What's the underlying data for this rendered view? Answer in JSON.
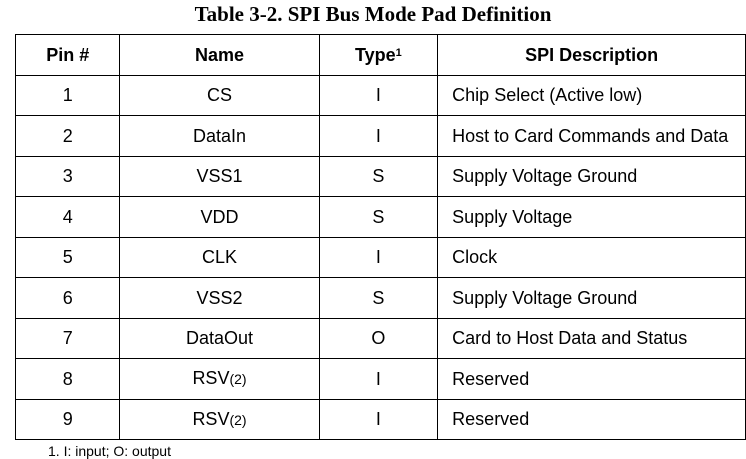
{
  "title": "Table 3-2.  SPI Bus Mode Pad Definition",
  "headers": {
    "pin": "Pin #",
    "name": "Name",
    "type": "Type",
    "type_sup": "1",
    "desc": "SPI Description"
  },
  "rows": [
    {
      "pin": "1",
      "name": "CS",
      "name_sub": "",
      "type": "I",
      "desc": "Chip Select (Active low)"
    },
    {
      "pin": "2",
      "name": "DataIn",
      "name_sub": "",
      "type": "I",
      "desc": "Host to Card Commands and Data"
    },
    {
      "pin": "3",
      "name": "VSS1",
      "name_sub": "",
      "type": "S",
      "desc": "Supply Voltage Ground"
    },
    {
      "pin": "4",
      "name": "VDD",
      "name_sub": "",
      "type": "S",
      "desc": "Supply Voltage"
    },
    {
      "pin": "5",
      "name": "CLK",
      "name_sub": "",
      "type": "I",
      "desc": "Clock"
    },
    {
      "pin": "6",
      "name": "VSS2",
      "name_sub": "",
      "type": "S",
      "desc": "Supply Voltage Ground"
    },
    {
      "pin": "7",
      "name": "DataOut",
      "name_sub": "",
      "type": "O",
      "desc": "Card to Host Data and Status"
    },
    {
      "pin": "8",
      "name": "RSV",
      "name_sub": "(2)",
      "type": "I",
      "desc": "Reserved"
    },
    {
      "pin": "9",
      "name": "RSV",
      "name_sub": "(2)",
      "type": "I",
      "desc": "Reserved"
    }
  ],
  "footnote": "1.  I: input; O: output"
}
